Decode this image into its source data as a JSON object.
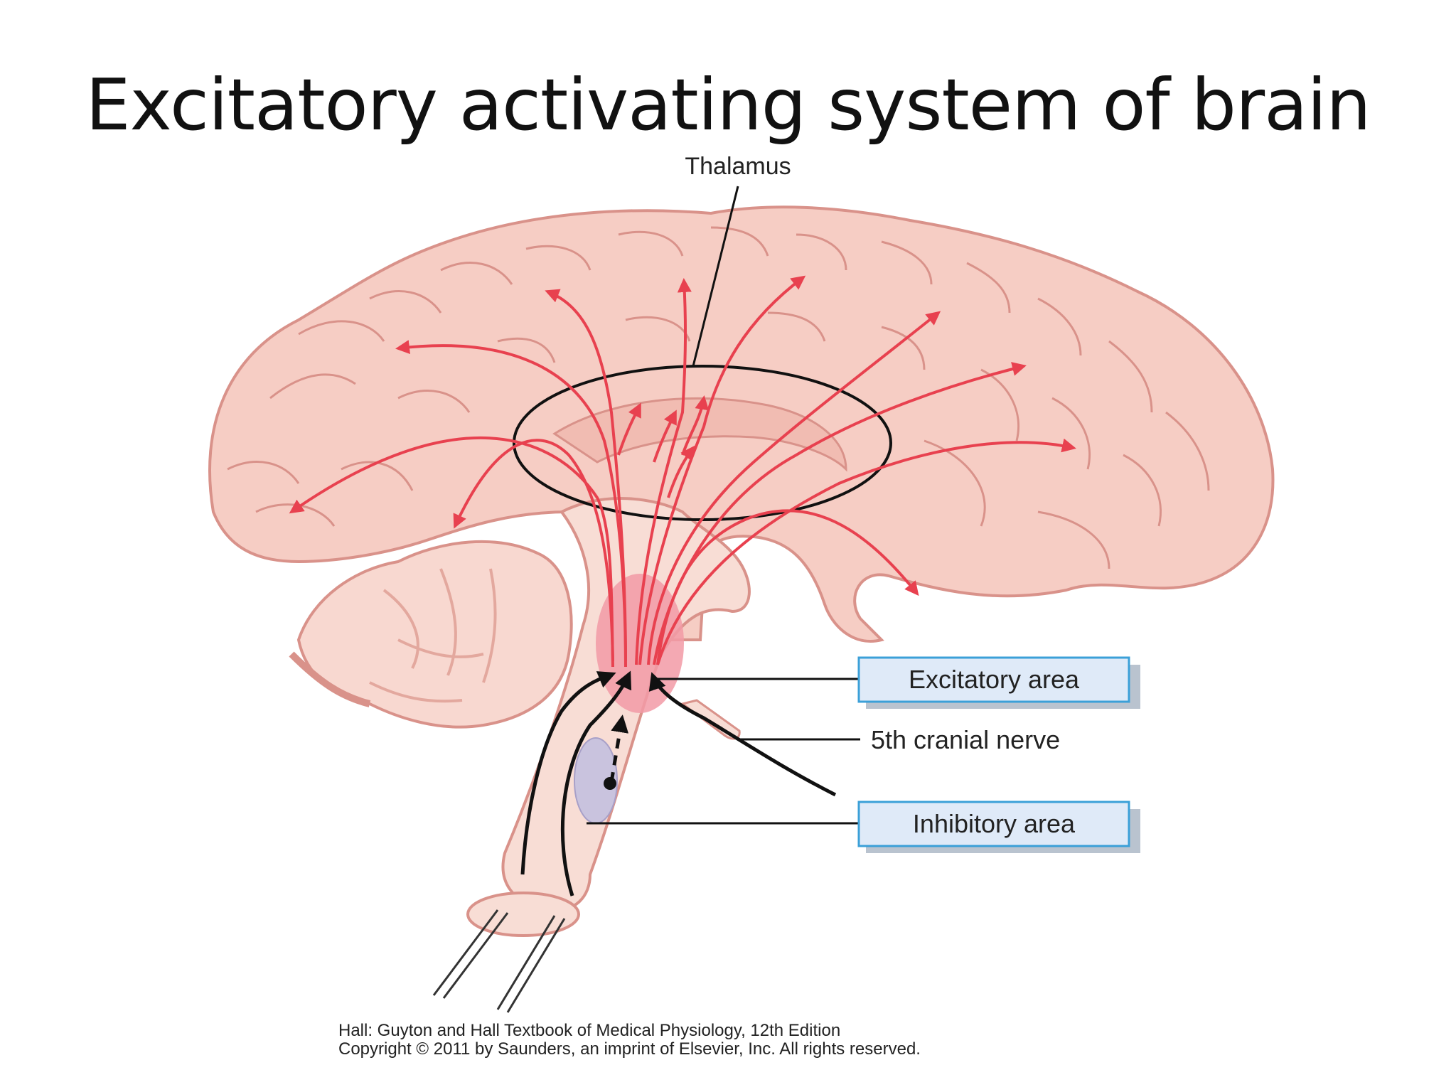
{
  "slide": {
    "title": "Excitatory activating system of brain"
  },
  "labels": {
    "thalamus": "Thalamus",
    "excitatory_area": "Excitatory area",
    "fifth_cranial_nerve": "5th cranial nerve",
    "inhibitory_area": "Inhibitory area"
  },
  "credit": {
    "line1": "Hall: Guyton and Hall Textbook of Medical Physiology, 12th Edition",
    "line2": "Copyright © 2011 by Saunders, an imprint of Elsevier, Inc. All rights reserved."
  },
  "colors": {
    "brain_fill": "#f6cdc4",
    "brain_outline": "#d9928a",
    "pathway_red": "#e8414f",
    "excitatory_area_fill": "#f29aa6",
    "inhibitory_area_fill": "#c9c3de",
    "label_box_fill": "#dfeaf8",
    "label_box_border": "#3ba0d8"
  }
}
